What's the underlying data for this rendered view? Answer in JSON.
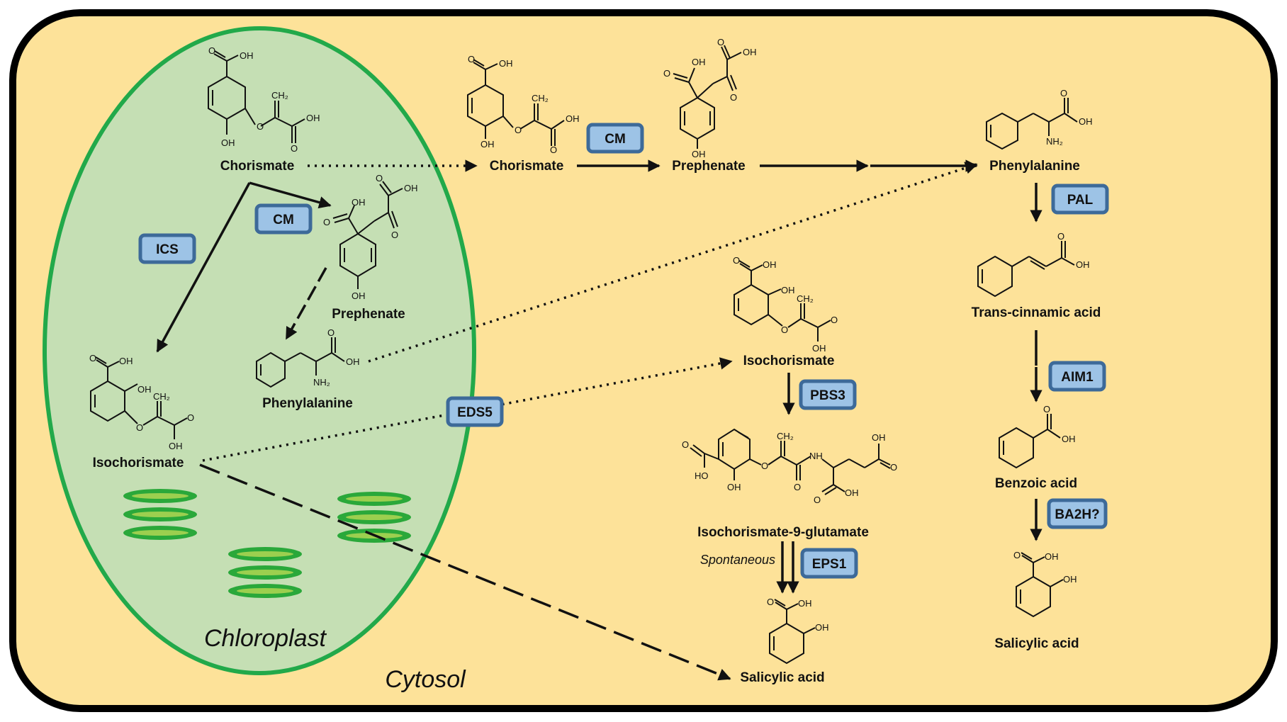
{
  "compartments": {
    "chloroplast": "Chloroplast",
    "cytosol": "Cytosol"
  },
  "enzymes": {
    "cm_chloroplast": "CM",
    "ics": "ICS",
    "eds5": "EDS5",
    "cm_cytosol": "CM",
    "pal": "PAL",
    "pbs3": "PBS3",
    "aim1": "AIM1",
    "eps1": "EPS1",
    "ba2h": "BA2H?"
  },
  "compounds": {
    "chorismate_chloro": "Chorismate",
    "prephenate_chloro": "Prephenate",
    "phenylalanine_chloro": "Phenylalanine",
    "isochorismate_chloro": "Isochorismate",
    "chorismate_cyto": "Chorismate",
    "prephenate_cyto": "Prephenate",
    "phenylalanine_cyto": "Phenylalanine",
    "isochorismate_cyto": "Isochorismate",
    "isochorismate_9_glutamate": "Isochorismate-9-glutamate",
    "salicylic_acid_middle": "Salicylic acid",
    "trans_cinnamic_acid": "Trans-cinnamic acid",
    "benzoic_acid": "Benzoic acid",
    "salicylic_acid_right": "Salicylic acid"
  },
  "notes": {
    "spontaneous": "Spontaneous"
  },
  "atoms": {
    "oh": "OH",
    "o": "O",
    "ch2": "CH₂",
    "nh2": "NH₂",
    "nh": "NH",
    "ho": "HO"
  },
  "colors": {
    "cytosol_fill": "#fde299",
    "cell_border": "#000000",
    "chloroplast_fill": "#c5dfb4",
    "chloroplast_border": "#22a94a",
    "thylakoid": "#2aa83a",
    "enzyme_fill": "#9dc3e6",
    "enzyme_border": "#3d6a99"
  }
}
